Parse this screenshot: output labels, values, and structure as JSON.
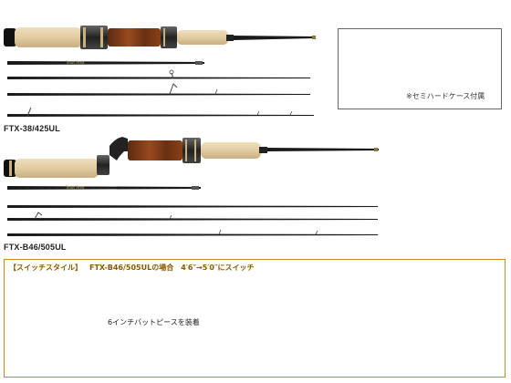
{
  "rod1": {
    "label": "FTX-38/425UL"
  },
  "rod2": {
    "label": "FTX-B46/505UL"
  },
  "case": {
    "note": "※セミハードケース付属"
  },
  "switch_style": {
    "title_part1": "【スイッチスタイル】",
    "title_part2": "FTX-B46/505ULの場合",
    "title_part3": "4′6″→5′0″にスイッチ",
    "pad_label": "6インチバットピースを装着"
  },
  "colors": {
    "cork": "#e4cfa8",
    "wood": "#7a3a16",
    "blank": "#1a1a1a",
    "case_blue": "#2f86b8",
    "case_orange": "#e2702a",
    "switch_border": "#c09020",
    "grip_gray": "#9a9a9a"
  }
}
